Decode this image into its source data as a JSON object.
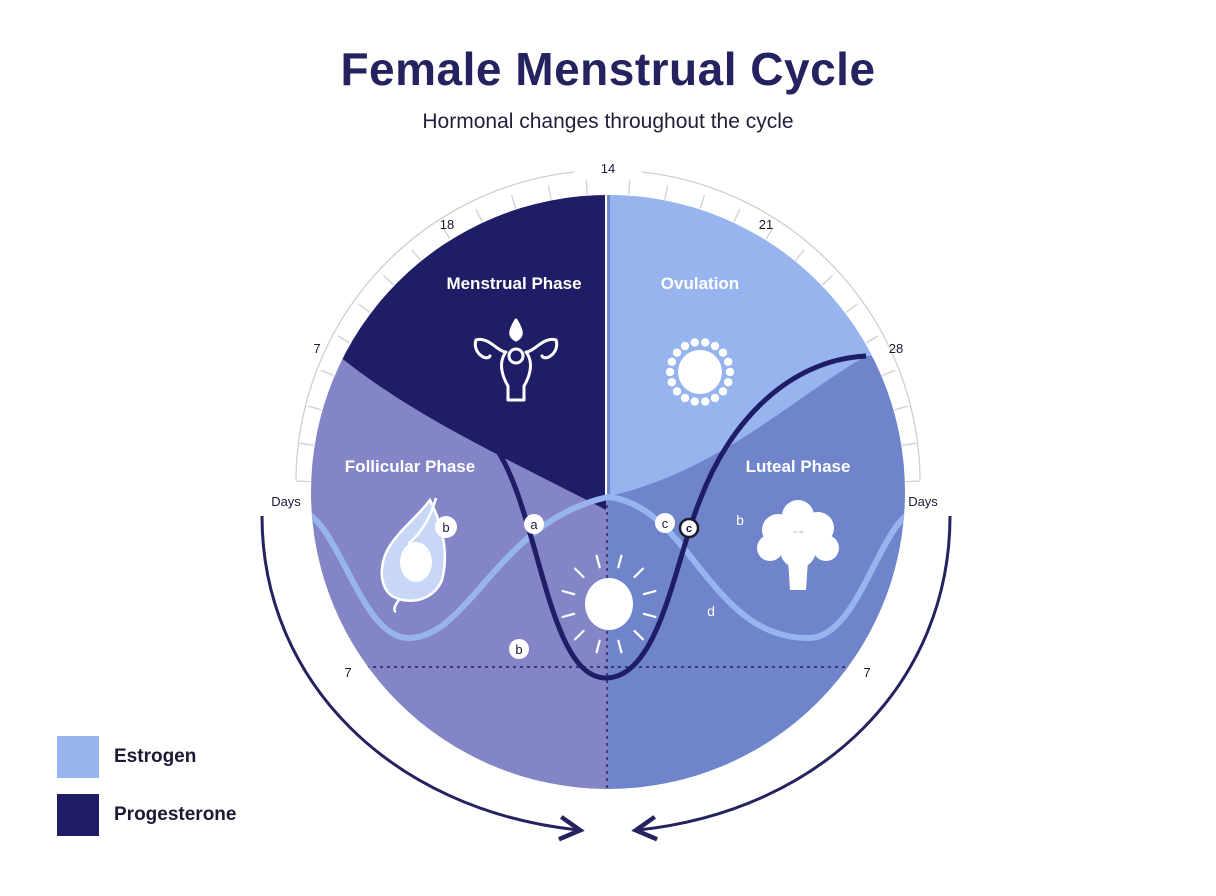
{
  "header": {
    "title": "Female Menstrual Cycle",
    "subtitle": "Hormonal changes throughout the cycle"
  },
  "phases": {
    "menstrual": "Menstrual Phase",
    "ovulation": "Ovulation",
    "follicular": "Follicular Phase",
    "luteal": "Luteal Phase"
  },
  "day_labels": {
    "top": "14",
    "upper_left": "18",
    "upper_right": "21",
    "left": "7",
    "right": "28",
    "lower_left": "7",
    "lower_right": "7",
    "days_left": "Days",
    "days_right": "Days"
  },
  "markers": {
    "a": "a",
    "b_follicle": "b",
    "b_lower": "b",
    "c_left": "c",
    "c_right": "c",
    "b_luteal": "b",
    "d": "d"
  },
  "legend": [
    {
      "label": "Estrogen",
      "color": "#97b4ee"
    },
    {
      "label": "Progesterone",
      "color": "#1f1d66"
    }
  ],
  "colors": {
    "menstrual": "#1f1d66",
    "ovulation": "#97b4ee",
    "follicular": "#8385c6",
    "luteal": "#6f84cb",
    "estrogen_line": "#97b4ee",
    "progesterone_line": "#1f1d66",
    "title": "#24235f"
  },
  "icons": {
    "menstrual": "uterus-droplet-icon",
    "ovulation": "egg-ring-icon",
    "follicular": "follicle-icon",
    "luteal": "corpus-luteum-icon",
    "center": "sun-egg-icon"
  }
}
